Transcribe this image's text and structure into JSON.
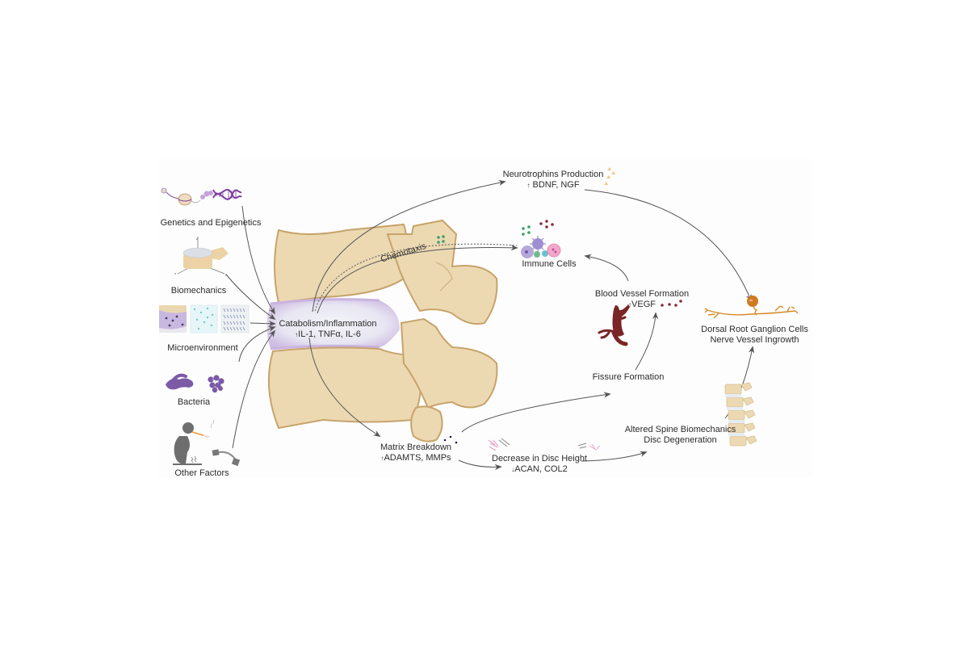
{
  "figure": {
    "title": "Mechanisms of intervertebral disc degeneration and discogenic pain",
    "colors": {
      "bone": "#ecd9b2",
      "bone_outline": "#c7a36b",
      "disc": "#d9cbe8",
      "disc_center": "#eef0f6",
      "arrow": "#555555",
      "genetics_purple": "#7b3fa0",
      "bacteria_purple": "#7c5aa6",
      "vessel_red": "#7a2526",
      "neuron_orange": "#d88a2a",
      "immune_green": "#3aa06a",
      "immune_red": "#8c2c3a",
      "immune_pink": "#e98cc0",
      "immune_lavender": "#b6a8dc",
      "figure_gray": "#6e6e6e",
      "matrix_pink": "#e7a4c9"
    }
  },
  "risk_factors": [
    {
      "id": "genetics",
      "label": "Genetics and Epigenetics",
      "icon": "dna-icon"
    },
    {
      "id": "biomechanics",
      "label": "Biomechanics",
      "icon": "vertebra-axes-icon"
    },
    {
      "id": "microenvironment",
      "label": "Microenvironment",
      "icon": "tissue-tiles-icon"
    },
    {
      "id": "bacteria",
      "label": "Bacteria",
      "icon": "bacteria-icon"
    },
    {
      "id": "other",
      "label": "Other Factors",
      "icon": "obesity-smoking-icon"
    }
  ],
  "center": {
    "title": "Catabolism/Inflammation",
    "markers": "IL-1, TNFα, IL-6",
    "direction": "↑"
  },
  "nodes": {
    "neurotrophins": {
      "title": "Neurotrophins Production",
      "markers": "BDNF, NGF",
      "direction": "↑"
    },
    "immune": {
      "title": "Immune Cells"
    },
    "chemotaxis": {
      "title": "Chemotaxis"
    },
    "blood_vessel": {
      "title": "Blood Vessel Formation",
      "markers": "VEGF",
      "direction": "↑"
    },
    "fissure": {
      "title": "Fissure Formation"
    },
    "matrix": {
      "title": "Matrix Breakdown",
      "markers": "ADAMTS, MMPs",
      "direction": "↑"
    },
    "disc_height": {
      "title": "Decrease in Disc Height",
      "markers": "ACAN, COL2",
      "direction": "↓"
    },
    "spine": {
      "title": "Altered Spine Biomechanics",
      "subtitle": "Disc Degeneration"
    },
    "drg": {
      "title": "Dorsal Root Ganglion Cells",
      "subtitle": "Nerve Vessel Ingrowth"
    }
  }
}
